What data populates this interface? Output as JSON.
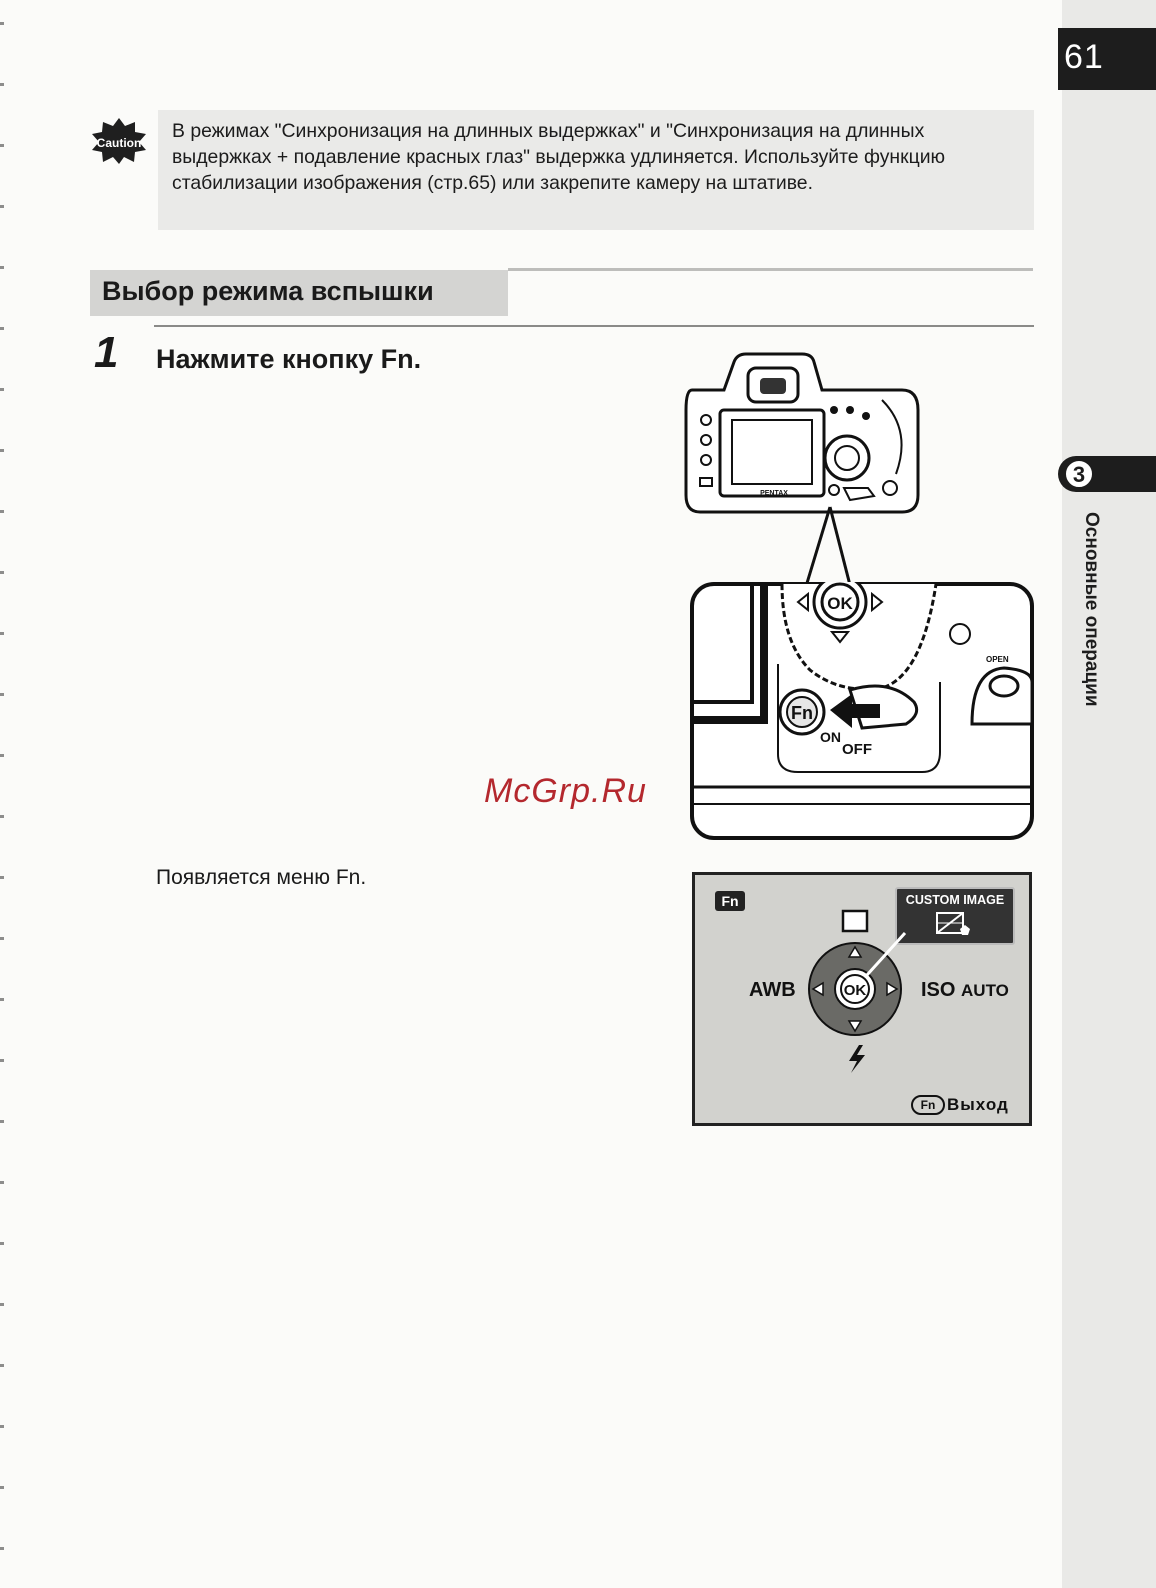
{
  "page_number": "61",
  "chapter": {
    "number": "3",
    "title": "Основные операции"
  },
  "caution": {
    "icon": "caution-icon",
    "icon_label": "Caution",
    "text": "В режимах \"Синхронизация на длинных выдержках\" и \"Синхронизация на длинных выдержках + подавление красных глаз\" выдержка удлиняется. Используйте функцию стабилизации изображения (стр.65) или закрепите камеру на штативе."
  },
  "section": {
    "title": "Выбор режима вспышки"
  },
  "step": {
    "number": "1",
    "text": "Нажмите кнопку Fn."
  },
  "camera_illustration": {
    "ok_label": "OK",
    "fn_label": "Fn",
    "off_label": "OFF",
    "on_label": "ON",
    "open_label": "OPEN",
    "brand": "PENTAX"
  },
  "note": "Появляется меню Fn.",
  "fn_menu": {
    "badge": "Fn",
    "custom_image_label": "CUSTOM IMAGE",
    "left_label": "AWB",
    "right_label_main": "ISO",
    "right_label_sub": "AUTO",
    "center_label": "OK",
    "exit_button_label": "Fn",
    "exit_label": "Выход",
    "up_icon": "single-frame-icon",
    "down_icon": "flash-icon"
  },
  "watermark": "McGrp.Ru"
}
